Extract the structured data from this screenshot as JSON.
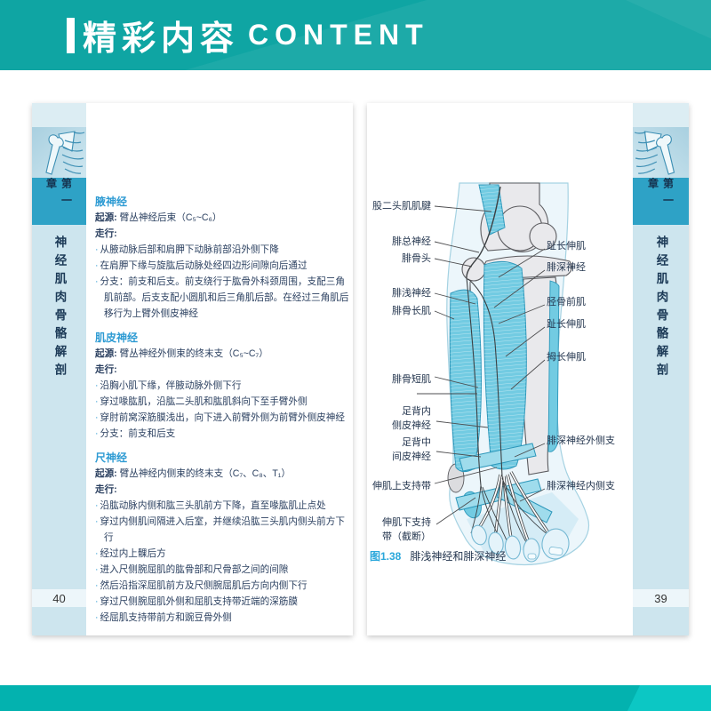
{
  "header": {
    "title_cn": "精彩内容",
    "title_en": "CONTENT"
  },
  "chapter_tab": {
    "chapter": "第一章",
    "title": "神经肌肉骨骼解剖"
  },
  "left_page": {
    "page_number": "40",
    "bullet_char": "·",
    "sections": [
      {
        "heading": "腋神经",
        "origin_label": "起源:",
        "origin": "臂丛神经后束（C₅~C₆）",
        "course_label": "走行:",
        "bullets": [
          "从腋动脉后部和肩胛下动脉前部沿外侧下降",
          "在肩胛下缘与旋肱后动脉处经四边形间隙向后通过",
          "分支：前支和后支。前支绕行于肱骨外科颈周围，支配三角肌前部。后支支配小圆肌和后三角肌后部。在经过三角肌后移行为上臂外侧皮神经"
        ]
      },
      {
        "heading": "肌皮神经",
        "origin_label": "起源:",
        "origin": "臂丛神经外侧束的终末支（C₅~C₇）",
        "course_label": "走行:",
        "bullets": [
          "沿胸小肌下缘，伴腋动脉外侧下行",
          "穿过喙肱肌，沿肱二头肌和肱肌斜向下至手臂外侧",
          "穿肘前窝深筋膜浅出，向下进入前臂外侧为前臂外侧皮神经",
          "分支：前支和后支"
        ]
      },
      {
        "heading": "尺神经",
        "origin_label": "起源:",
        "origin": "臂丛神经内侧束的终末支（C₇、C₈、T₁）",
        "course_label": "走行:",
        "bullets": [
          "沿肱动脉内侧和肱三头肌前方下降，直至喙肱肌止点处",
          "穿过内侧肌间隔进入后室，并继续沿肱三头肌内侧头前方下行",
          "经过内上髁后方",
          "进入尺侧腕屈肌的肱骨部和尺骨部之间的间隙",
          "然后沿指深屈肌前方及尺侧腕屈肌后方向内侧下行",
          "穿过尺侧腕屈肌外侧和屈肌支持带近端的深筋膜",
          "经屈肌支持带前方和豌豆骨外侧"
        ]
      }
    ]
  },
  "right_page": {
    "page_number": "39",
    "figure": {
      "caption_number": "图1.38",
      "caption_text": "腓浅神经和腓深神经",
      "labels_left": [
        "股二头肌肌腱",
        "腓总神经",
        "腓骨头",
        "腓浅神经",
        "腓骨长肌",
        "腓骨短肌",
        "足背内\n侧皮神经",
        "足背中\n间皮神经",
        "伸肌上支持带",
        "伸肌下支持\n带（截断）"
      ],
      "labels_right": [
        "趾长伸肌",
        "腓深神经",
        "胫骨前肌",
        "趾长伸肌",
        "拇长伸肌",
        "腓深神经外侧支",
        "腓深神经内侧支"
      ]
    }
  },
  "colors": {
    "header_teal": "#0fa5a3",
    "footer_teal": "#03b2af",
    "footer_teal_light": "#0cc7c4",
    "accent_blue": "#2e9bd3",
    "caption_blue": "#2aa7db",
    "sidebar_blue": "#cde5ee",
    "chapter_box_blue": "#2ea2c6",
    "body_text": "#2b4060",
    "muscle_cyan": "#72cbe2",
    "bone_gray": "#e9e9ec"
  }
}
